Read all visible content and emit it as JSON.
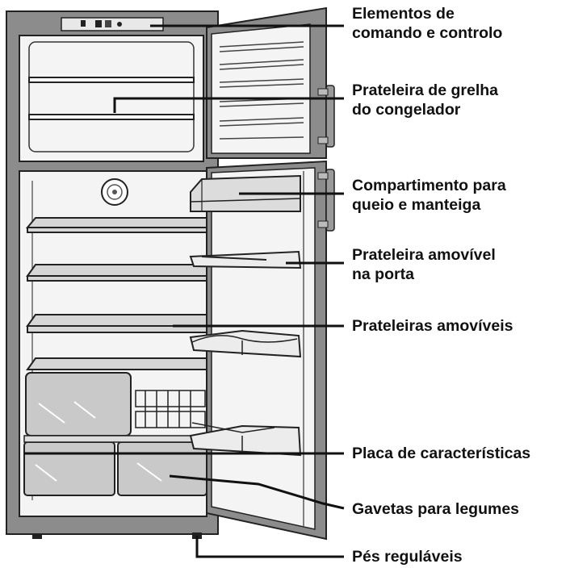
{
  "labels": {
    "controls_1": "Elementos de",
    "controls_2": "comando e controlo",
    "freezer_grid_1": "Prateleira de grelha",
    "freezer_grid_2": "do congelador",
    "cheese_butter_1": "Compartimento para",
    "cheese_butter_2": "queio e manteiga",
    "door_shelf_1": "Prateleira amovível",
    "door_shelf_2": "na porta",
    "shelves": "Prateleiras amovíveis",
    "rating_plate": "Placa de características",
    "crisper": "Gavetas para legumes",
    "feet": "Pés reguláveis"
  },
  "colors": {
    "cabinet": "#8c8c8c",
    "interior": "#f4f4f4",
    "glass": "#c9c9c9",
    "line": "#111111"
  }
}
